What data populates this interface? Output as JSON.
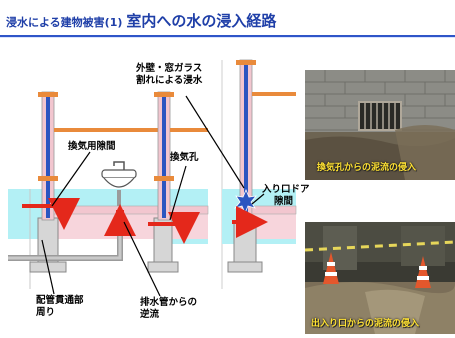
{
  "header": {
    "subtitle": "浸水による建物被害(1)",
    "title": "室内への水の浸入経路"
  },
  "labels": {
    "vent_gap": "換気用隙間",
    "vent_hole": "換気孔",
    "wall_window_line1": "外壁・窓ガラス",
    "wall_window_line2": "割れによる浸水",
    "door_gap_line1": "入り口ドア",
    "door_gap_line2": "隙間",
    "pipe_line1": "配管貫通部",
    "pipe_line2": "周り",
    "drain_line1": "排水管からの",
    "drain_line2": "逆流"
  },
  "photos": {
    "top_caption": "換気孔からの泥流の侵入",
    "bottom_caption": "出入り口からの泥流の侵入"
  },
  "colors": {
    "title_blue": "#1f3fa8",
    "flood_water": "#b3f0f5",
    "wall_pink": "#f2c6cf",
    "arrow_red": "#e4281b",
    "pipe_blue": "#2b55c0",
    "caption_yellow": "#ffe233"
  }
}
